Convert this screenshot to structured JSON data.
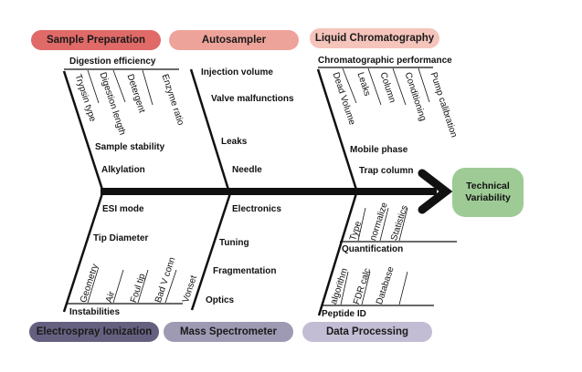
{
  "effect": {
    "line1": "Technical",
    "line2": "Variability",
    "color": "#9ecb95"
  },
  "categories_top": [
    {
      "label": "Sample Preparation",
      "color": "#e06a68"
    },
    {
      "label": "Autosampler",
      "color": "#eea39a"
    },
    {
      "label": "Liquid Chromatography",
      "color": "#f5c4bb"
    }
  ],
  "categories_bottom": [
    {
      "label": "Electrospray Ionization",
      "color": "#65607f"
    },
    {
      "label": "Mass Spectrometer",
      "color": "#9f9ab4"
    },
    {
      "label": "Data Processing",
      "color": "#c2bcd4"
    }
  ],
  "sample_prep": {
    "sub_heading": "Digestion efficiency",
    "sub_items": [
      "Trypsin type",
      "Digestion length",
      "Detergent",
      "Enzyme ratio"
    ],
    "causes": [
      "Sample stability",
      "Alkylation"
    ]
  },
  "autosampler": {
    "causes": [
      "Injection volume",
      "Valve malfunctions",
      "Leaks",
      "Needle"
    ]
  },
  "lc": {
    "sub_heading": "Chromatographic performance",
    "sub_items": [
      "Dead Volume",
      "Leaks",
      "Column",
      "Conditioning",
      "Pump calibration"
    ],
    "causes": [
      "Mobile phase",
      "Trap column"
    ]
  },
  "esi": {
    "causes": [
      "ESI mode",
      "Tip Diameter"
    ],
    "sub_heading": "Instabilities",
    "sub_items": [
      "Geometry",
      "Air",
      "Foul tip",
      "Bad V conn",
      "Vonset"
    ]
  },
  "ms": {
    "causes": [
      "Electronics",
      "Tuning",
      "Fragmentation",
      "Optics"
    ]
  },
  "data_processing": {
    "quant_heading": "Quantification",
    "quant_items": [
      "Type",
      "normalize",
      "Statistics"
    ],
    "pepid_heading": "Peptide ID",
    "pepid_items": [
      "algorithm",
      "FDR calc",
      "Database"
    ]
  }
}
